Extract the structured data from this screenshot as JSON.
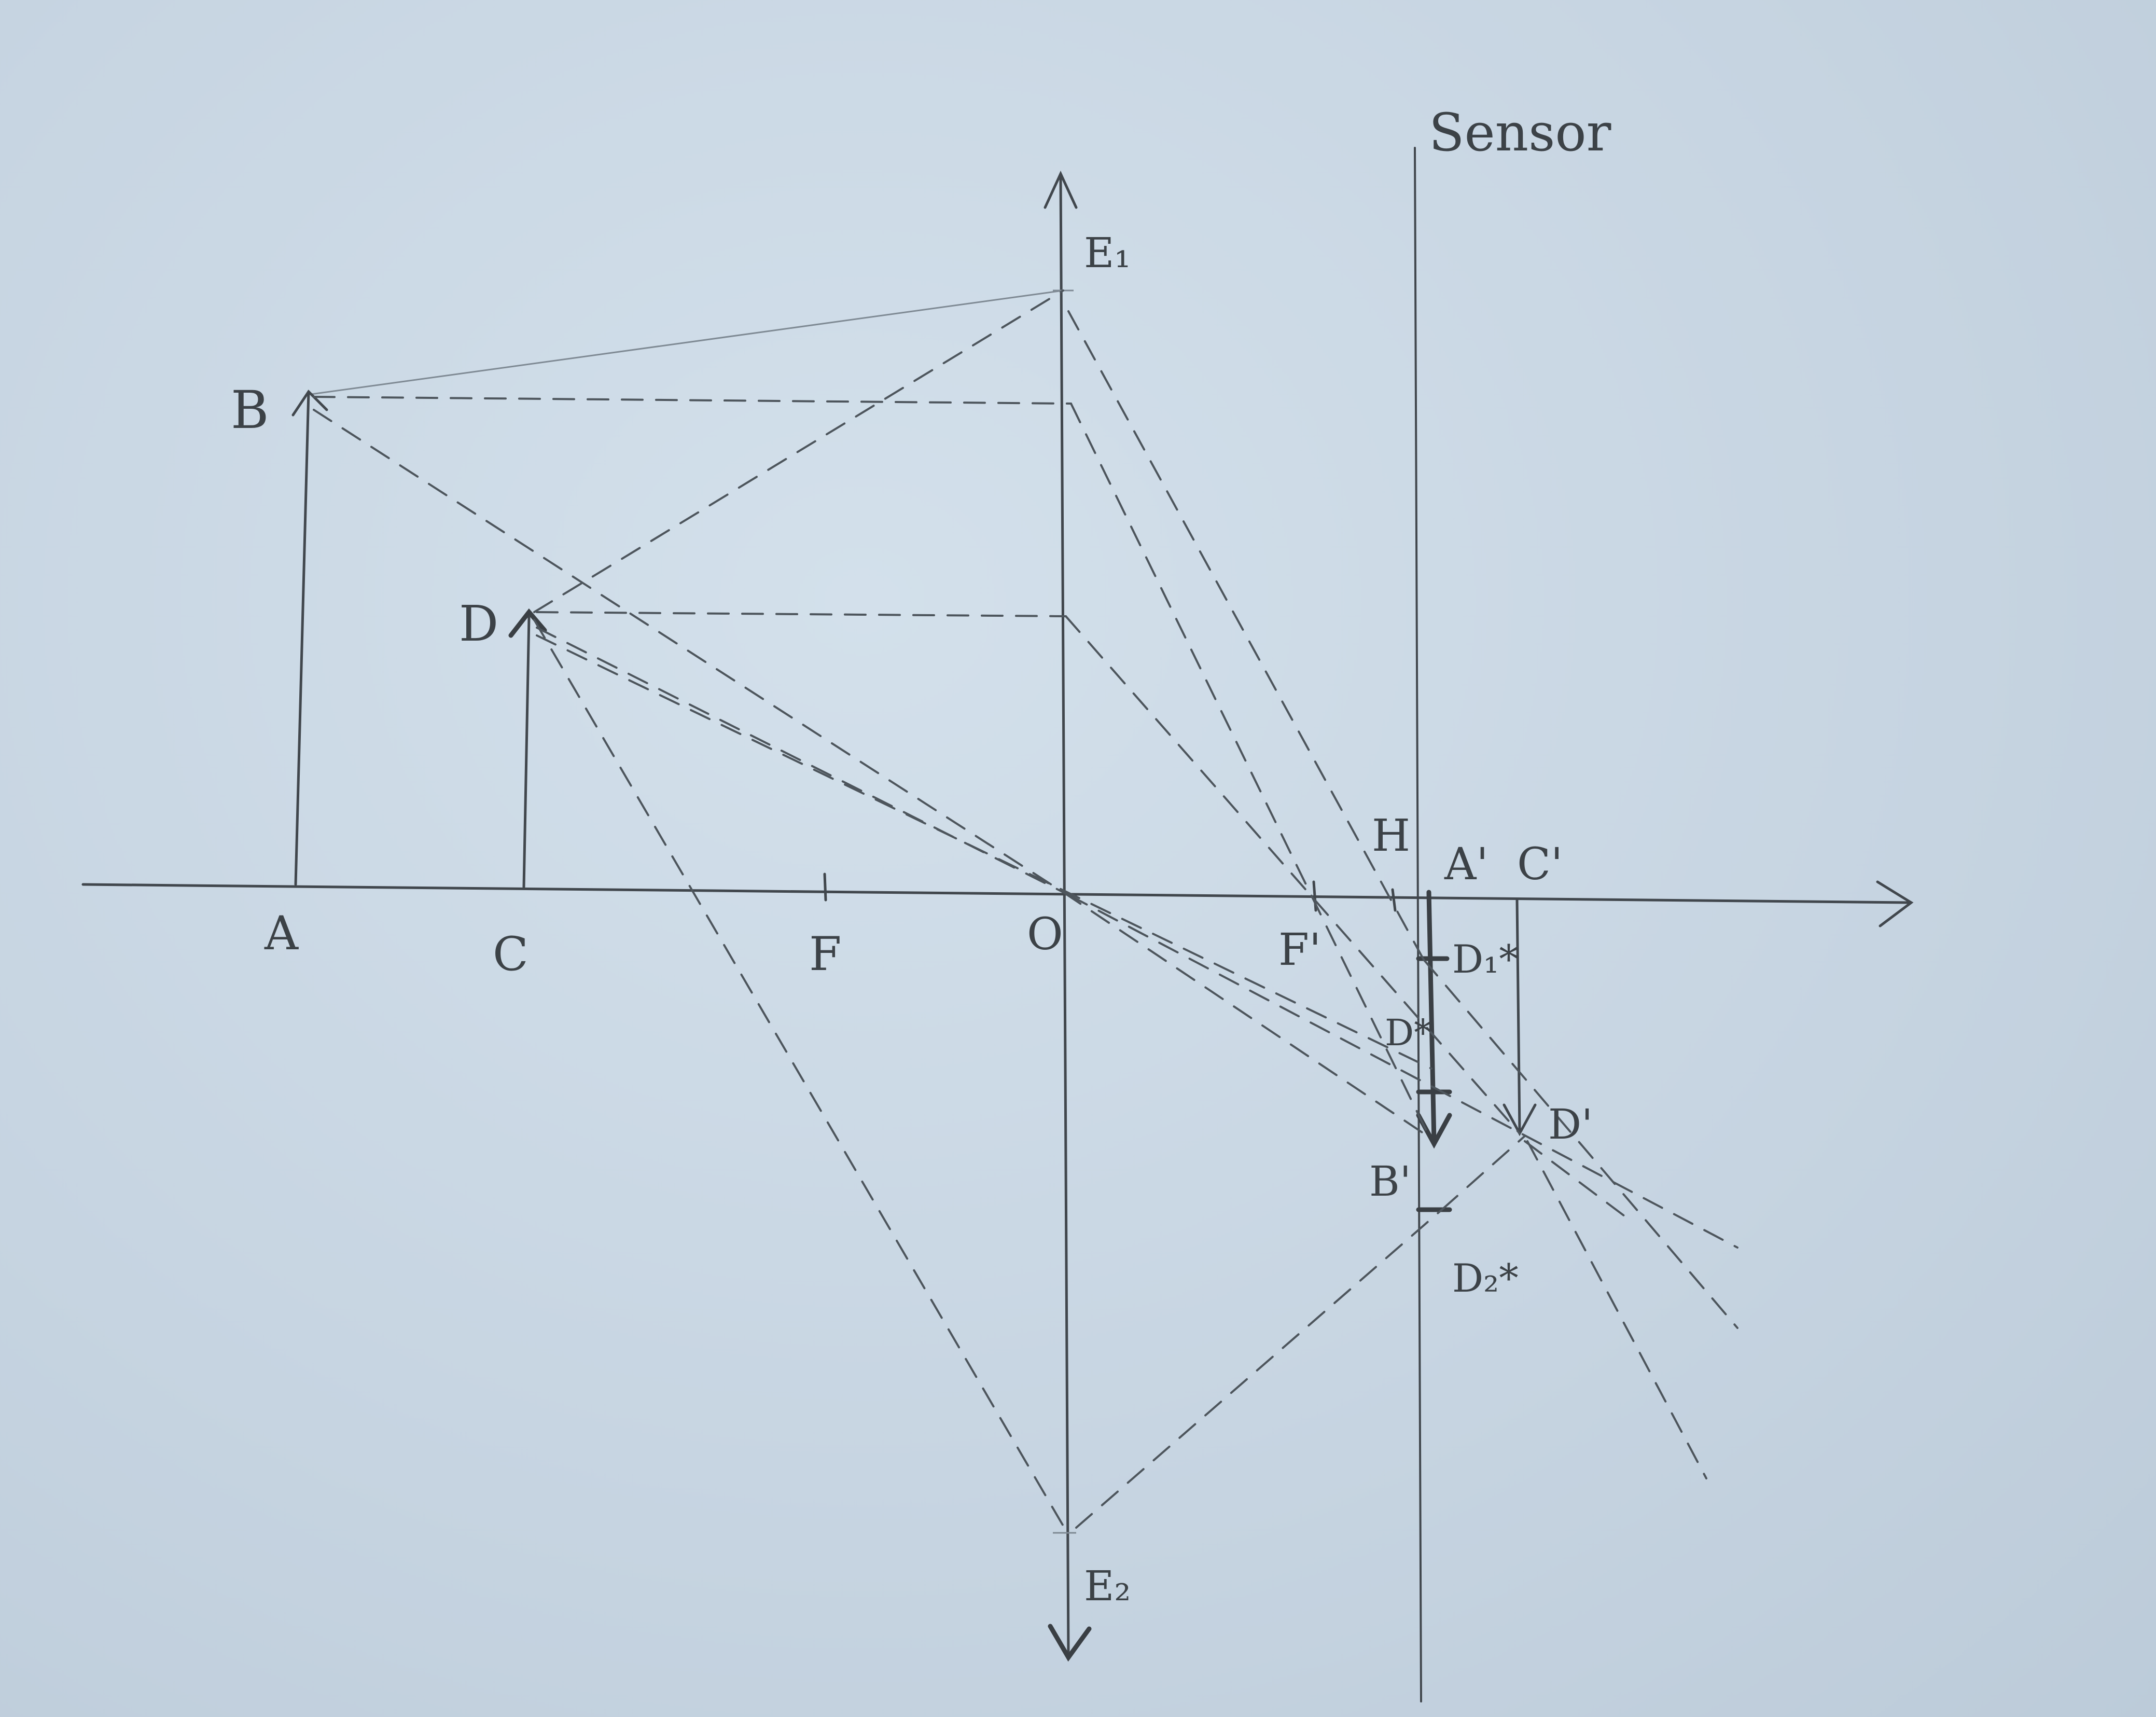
{
  "labels": {
    "sensor": "Sensor",
    "E1": "E₁",
    "E2": "E₂",
    "B": "B",
    "D": "D",
    "A": "A",
    "C": "C",
    "F": "F",
    "O": "O",
    "F_prime": "F'",
    "H": "H",
    "A_prime": "A'",
    "C_prime": "C'",
    "D1_star": "D₁*",
    "D_star": "D*",
    "B_prime": "B'",
    "D_prime": "D'",
    "D2_star": "D₂*"
  },
  "colors": {
    "paper": "#c9d7e3",
    "pencil": "#41474d"
  }
}
